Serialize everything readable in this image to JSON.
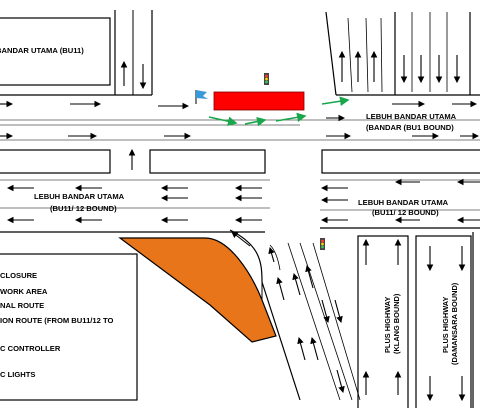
{
  "labels": {
    "top_left_box": "BANDAR UTAMA (BU11)",
    "bu1_road_line1": "LEBUH BANDAR UTAMA",
    "bu1_road_line2": "(BANDAR (BU1 BOUND)",
    "bu11_road_line1": "LEBUH BANDAR UTAMA",
    "bu11_road_line2": "(BU11/ 12 BOUND)",
    "right_road_line1": "LEBUH BANDAR UTAMA",
    "right_road_line2": "(BU11/ 12 BOUND)",
    "klang_line1": "PLUS HIGHWAY",
    "klang_line2": "(KLANG BOUND)",
    "damansara_line1": "PLUS HIGHWAY",
    "damansara_line2": "(DAMANSARA BOUND)"
  },
  "legend": {
    "items": [
      "CLOSURE",
      "WORK AREA",
      "NAL ROUTE",
      "ION ROUTE   (FROM   BU11/12   TO",
      "C CONTROLLER",
      "C LIGHTS"
    ]
  },
  "colors": {
    "closure": "#ff0000",
    "work_area": "#e8751a",
    "diversion_arrow": "#1aa64b",
    "flag": "#3a9ad9",
    "lines": "#000000"
  },
  "icons": [
    "traffic-light-icon",
    "flag-icon"
  ]
}
